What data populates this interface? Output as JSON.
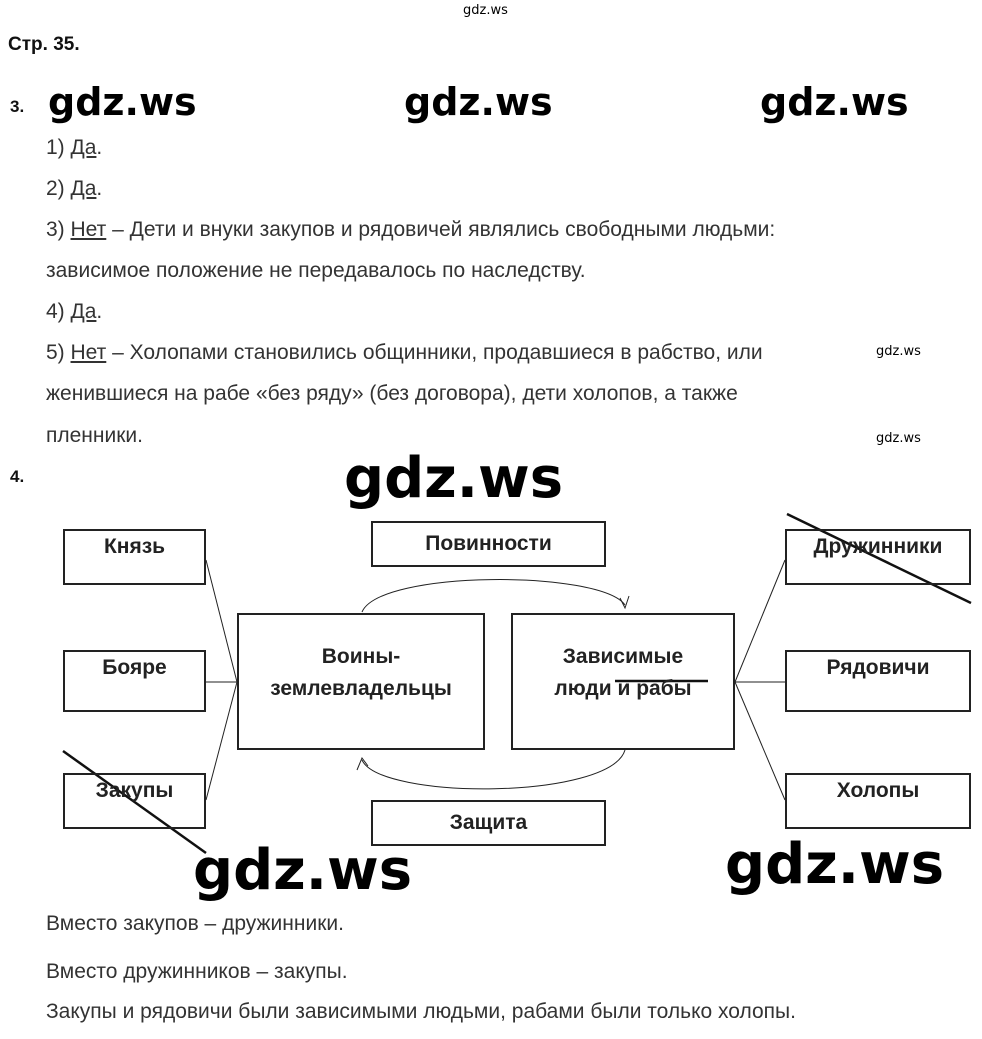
{
  "watermark": "gdz.ws",
  "page_label": "Стр. 35.",
  "task3": {
    "number": "3.",
    "items": [
      {
        "prefix": "1) ",
        "answer": "Да",
        "rest": "."
      },
      {
        "prefix": "2) ",
        "answer": "Да",
        "rest": "."
      },
      {
        "prefix": "3) ",
        "answer": "Нет",
        "rest": " – Дети и внуки закупов и рядовичей являлись свободными людьми:",
        "cont": [
          "зависимое положение не передавалось по наследству."
        ]
      },
      {
        "prefix": "4) ",
        "answer": "Да",
        "rest": "."
      },
      {
        "prefix": "5) ",
        "answer": "Нет",
        "rest": " – Холопами становились общинники, продавшиеся в рабство, или",
        "cont": [
          "женившиеся на рабе «без ряду» (без договора), дети холопов, а также",
          "пленники."
        ]
      }
    ]
  },
  "task4": {
    "number": "4.",
    "diagram": {
      "left": [
        "Князь",
        "Бояре",
        "Закупы"
      ],
      "top": "Повинности",
      "bottom": "Защита",
      "center_left": [
        "Воины-",
        "землевладельцы"
      ],
      "center_right": [
        "Зависимые",
        "люди ",
        "и рабы"
      ],
      "right": [
        "Дружинники",
        "Рядовичи",
        "Холопы"
      ]
    },
    "notes": [
      "Вместо закупов – дружинники.",
      "Вместо дружинников – закупы.",
      "Закупы и рядовичи были зависимыми людьми, рабами были только холопы."
    ]
  }
}
